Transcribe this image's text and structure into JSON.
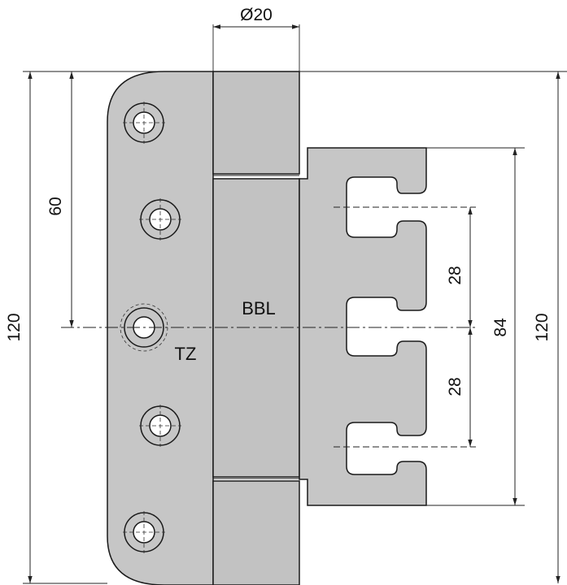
{
  "dimensions": {
    "diameter_label": "Ø20",
    "total_height_left": "120",
    "half_height": "60",
    "total_height_right": "120",
    "slot_span": "84",
    "slot_pitch_upper": "28",
    "slot_pitch_lower": "28"
  },
  "labels": {
    "bbl": "BBL",
    "tz": "TZ"
  },
  "colors": {
    "plate_fill": "#c6c6c6",
    "knuckle_fill": "#c2c2c2",
    "outline": "#1a1a1a",
    "dimension_line": "#222222"
  }
}
